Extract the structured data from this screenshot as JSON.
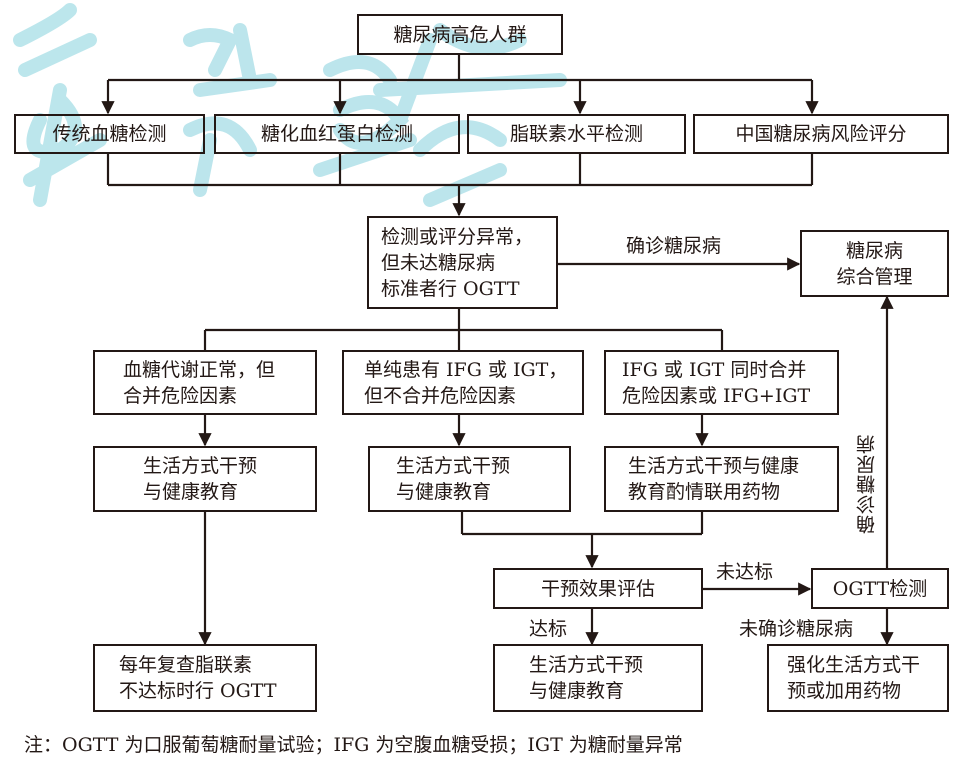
{
  "watermark": {
    "color": "#9fd9e3",
    "text": "中华医学会"
  },
  "colors": {
    "line": "#231815",
    "text": "#231815"
  },
  "nodes": {
    "root": [
      "糖尿病高危人群"
    ],
    "screen_1": [
      "传统血糖检测"
    ],
    "screen_2": [
      "糖化血红蛋白检测"
    ],
    "screen_3": [
      "脂联素水平检测"
    ],
    "screen_4": [
      "中国糖尿病风险评分"
    ],
    "abnormal": [
      "检测或评分异常，",
      "但未达糖尿病",
      "标准者行 OGTT"
    ],
    "dm_management": [
      "糖尿病",
      "综合管理"
    ],
    "group_1": [
      "血糖代谢正常，但",
      "合并危险因素"
    ],
    "group_2": [
      "单纯患有 IFG 或 IGT，",
      "但不合并危险因素"
    ],
    "group_3": [
      "IFG 或 IGT 同时合并",
      "危险因素或 IFG+IGT"
    ],
    "intervention_1": [
      "生活方式干预",
      "与健康教育"
    ],
    "intervention_2": [
      "生活方式干预",
      "与健康教育"
    ],
    "intervention_3": [
      "生活方式干预与健康",
      "教育酌情联用药物"
    ],
    "evaluation": [
      "干预效果评估"
    ],
    "ogtt": [
      "OGTT检测"
    ],
    "annual": [
      "每年复查脂联素",
      "不达标时行 OGTT"
    ],
    "maintain": [
      "生活方式干预",
      "与健康教育"
    ],
    "intensify": [
      "强化生活方式干",
      "预或加用药物"
    ]
  },
  "edge_labels": {
    "confirmed_dm_h": "确诊糖尿病",
    "confirmed_dm_v": "确诊糖尿病",
    "not_met": "未达标",
    "met": "达标",
    "not_confirmed": "未确诊糖尿病"
  },
  "footnote": "注：OGTT 为口服葡萄糖耐量试验；IFG 为空腹血糖受损；IGT 为糖耐量异常"
}
